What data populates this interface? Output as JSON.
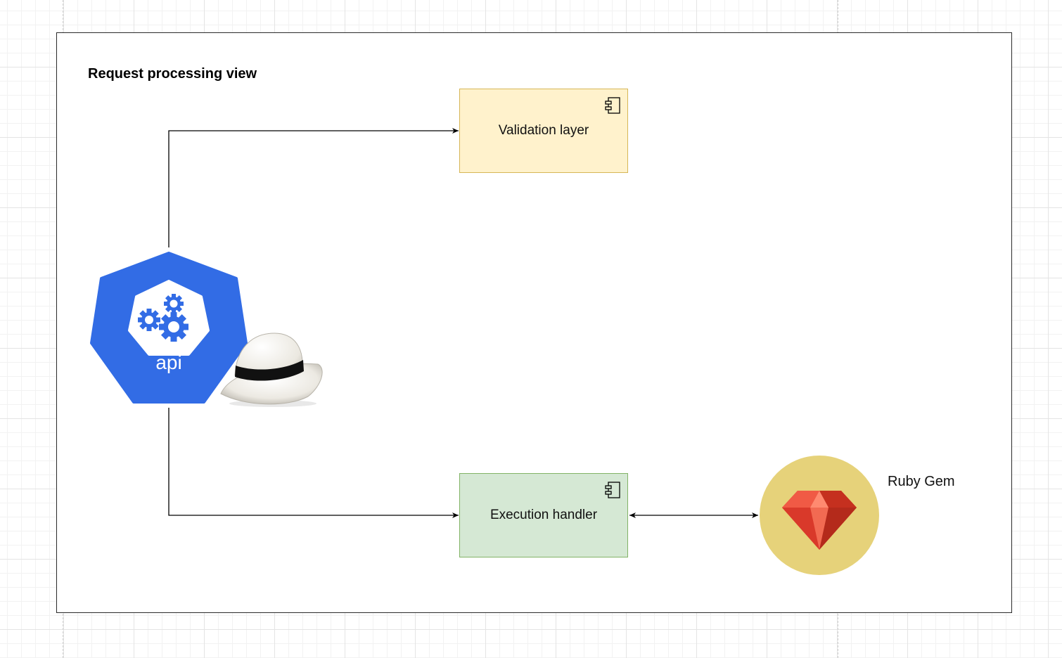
{
  "diagram": {
    "title": "Request processing view",
    "nodes": {
      "api": {
        "label": "api",
        "icon": "kubernetes-api-icon",
        "color": "#326ce5"
      },
      "hat": {
        "icon": "fedora-hat-icon"
      },
      "validation": {
        "label": "Validation layer",
        "icon": "component-icon",
        "fill": "#fff2cc",
        "stroke": "#d6b656"
      },
      "execution": {
        "label": "Execution handler",
        "icon": "component-icon",
        "fill": "#d5e8d4",
        "stroke": "#82b366"
      },
      "ruby_gem": {
        "label": "Ruby Gem",
        "icon": "ruby-gem-icon",
        "fill": "#e6d27a",
        "gem_color": "#e0422f"
      }
    },
    "edges": [
      {
        "from": "api",
        "to": "validation",
        "direction": "forward"
      },
      {
        "from": "api",
        "to": "execution",
        "direction": "forward"
      },
      {
        "from": "execution",
        "to": "ruby_gem",
        "direction": "both"
      }
    ]
  }
}
